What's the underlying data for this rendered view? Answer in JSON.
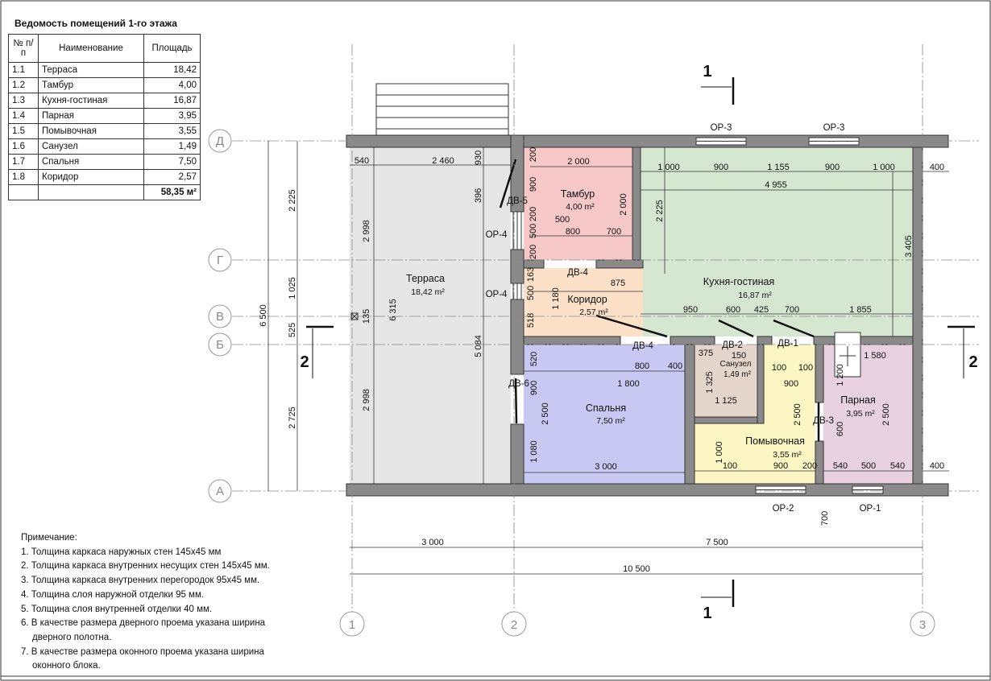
{
  "schedule": {
    "title": "Ведомость помещений 1-го этажа",
    "headers": {
      "num": "№ п/п",
      "name": "Наименование",
      "area": "Площадь"
    },
    "rows": [
      {
        "num": "1.1",
        "name": "Терраса",
        "area": "18,42"
      },
      {
        "num": "1.2",
        "name": "Тамбур",
        "area": "4,00"
      },
      {
        "num": "1.3",
        "name": "Кухня-гостиная",
        "area": "16,87"
      },
      {
        "num": "1.4",
        "name": "Парная",
        "area": "3,95"
      },
      {
        "num": "1.5",
        "name": "Помывочная",
        "area": "3,55"
      },
      {
        "num": "1.6",
        "name": "Санузел",
        "area": "1,49"
      },
      {
        "num": "1.7",
        "name": "Спальня",
        "area": "7,50"
      },
      {
        "num": "1.8",
        "name": "Коридор",
        "area": "2,57"
      }
    ],
    "total": "58,35 м²"
  },
  "notes": {
    "title": "Примечание:",
    "items": [
      "1. Толщина каркаса наружных стен 145х45 мм",
      "2. Толщина каркаса внутренних несущих стен 145х45 мм.",
      "3. Толщина каркаса внутренних перегородок 95х45 мм.",
      "4. Толщина слоя наружной отделки 95 мм.",
      "5. Толщина слоя внутренней отделки 40 мм.",
      "6. В качестве размера дверного проема указана ширина",
      "дверного полотна.",
      "7. В качестве размера оконного проема указана ширина",
      "оконного блока."
    ]
  },
  "rooms": {
    "terrace": {
      "name": "Терраса",
      "area": "18,42 m²"
    },
    "vestibule": {
      "name": "Тамбур",
      "area": "4,00 m²"
    },
    "kitchen": {
      "name": "Кухня-гостиная",
      "area": "16,87 m²"
    },
    "corridor": {
      "name": "Коридор",
      "area": "2,57 m²"
    },
    "bathroom": {
      "name": "Санузел",
      "area": "1,49 m²"
    },
    "bedroom": {
      "name": "Спальня",
      "area": "7,50 m²"
    },
    "washroom": {
      "name": "Помывочная",
      "area": "3,55 m²"
    },
    "steam": {
      "name": "Парная",
      "area": "3,95 m²"
    }
  },
  "axes": {
    "rows": [
      "Д",
      "Г",
      "В",
      "Б",
      "А"
    ],
    "cols": [
      "1",
      "2",
      "3"
    ]
  },
  "section": {
    "mark1": "1",
    "mark2": "2"
  },
  "openings": {
    "op1": "ОР-1",
    "op2": "ОР-2",
    "op3": "ОР-3",
    "op4": "ОР-4",
    "dv1": "ДВ-1",
    "dv2": "ДВ-2",
    "dv3": "ДВ-3",
    "dv4": "ДВ-4",
    "dv5": "ДВ-5",
    "dv6": "ДВ-6"
  },
  "dims": {
    "overall_w": "10 500",
    "w_3000": "3 000",
    "w_7500": "7 500",
    "h_6500": "6 500",
    "h_2225": "2 225",
    "h_1025": "1 025",
    "h_525": "525",
    "h_2725": "2 725",
    "t_540": "540",
    "t_2460": "2 460",
    "t_930": "930",
    "t_396": "396",
    "t_2998a": "2 998",
    "t_2998b": "2 998",
    "t_135": "135",
    "t_6315": "6 315",
    "t_5084": "5 084",
    "v_200a": "200",
    "v_2000a": "2 000",
    "v_900a": "900",
    "v_200b": "200",
    "v_500a": "500",
    "v_200c": "200",
    "v_500b": "500",
    "v_800a": "800",
    "v_700a": "700",
    "v_2000b": "2 000",
    "k_1000a": "1 000",
    "k_900a": "900",
    "k_1155": "1 155",
    "k_900b": "900",
    "k_1000b": "1 000",
    "k_4955": "4 955",
    "k_2225": "2 225",
    "k_3405": "3 405",
    "k_950": "950",
    "k_600": "600",
    "k_425": "425",
    "k_700": "700",
    "k_1855": "1 855",
    "r_400a": "400",
    "r_400b": "400",
    "c_163": "163",
    "c_500": "500",
    "c_518": "518",
    "c_1180": "1 180",
    "c_875": "875",
    "b_520": "520",
    "b_900": "900",
    "b_800": "800",
    "b_400": "400",
    "b_1800": "1 800",
    "b_2500": "2 500",
    "b_1080": "1 080",
    "b_3000": "3 000",
    "s_375": "375",
    "s_150": "150",
    "s_1325": "1 325",
    "s_1125": "1 125",
    "s_100a": "100",
    "s_100b": "100",
    "w_900": "900",
    "w_2500": "2 500",
    "w_1000": "1 000",
    "w_100": "100",
    "w_900b": "900",
    "w_200": "200",
    "p_1580": "1 580",
    "p_1200": "1 200",
    "p_600": "600",
    "p_2500": "2 500",
    "p_540a": "540",
    "p_500": "500",
    "p_540b": "540",
    "o_700": "700"
  },
  "colors": {
    "vestibule": "#f6c8c8",
    "kitchen": "#d5e7d1",
    "corridor": "#fce0c8",
    "bedroom": "#c8c8f2",
    "bathroom": "#e5d6cc",
    "washroom": "#fcf6c4",
    "steam": "#e8d2df",
    "terrace": "#e6e6e6",
    "wall": "#7f7f7f"
  }
}
